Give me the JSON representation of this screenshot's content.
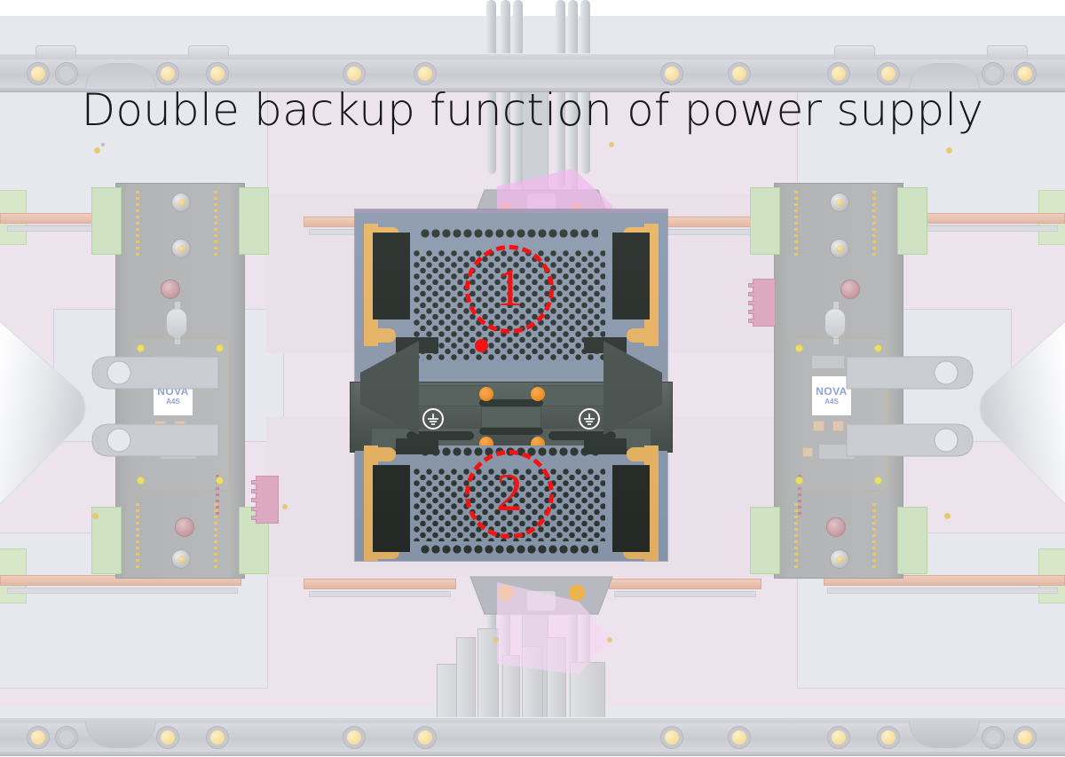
{
  "title": "Double backup function of power supply",
  "annotations": {
    "circle_1": "1",
    "circle_2": "2",
    "accent_color": "#f01414",
    "dashed_style": "dashed"
  },
  "modules": {
    "left": {
      "brand": "NOVA",
      "model": "A4S"
    },
    "right": {
      "brand": "NOVA",
      "model": "A4S"
    }
  },
  "icons": {
    "earth_left": "earth-ground-icon",
    "earth_right": "earth-ground-icon"
  },
  "palette": {
    "background": "#ffffff",
    "chassis": "#e7e8ed",
    "pcb_lavender": "#ece3ec",
    "rail_grey": "#cccfd4",
    "overlay_panel": "#8e9cb1",
    "psu_mesh": "#2e3632",
    "bolt_amber": "#f6dd9c",
    "orange_screw": "#ef8b1c",
    "salmon_bar": "#e3b8a6",
    "green_edge": "#d7e7c8",
    "pink_comb": "#dda9c0",
    "nova_text": "#8fa3d6",
    "annotation_red": "#f01414"
  }
}
